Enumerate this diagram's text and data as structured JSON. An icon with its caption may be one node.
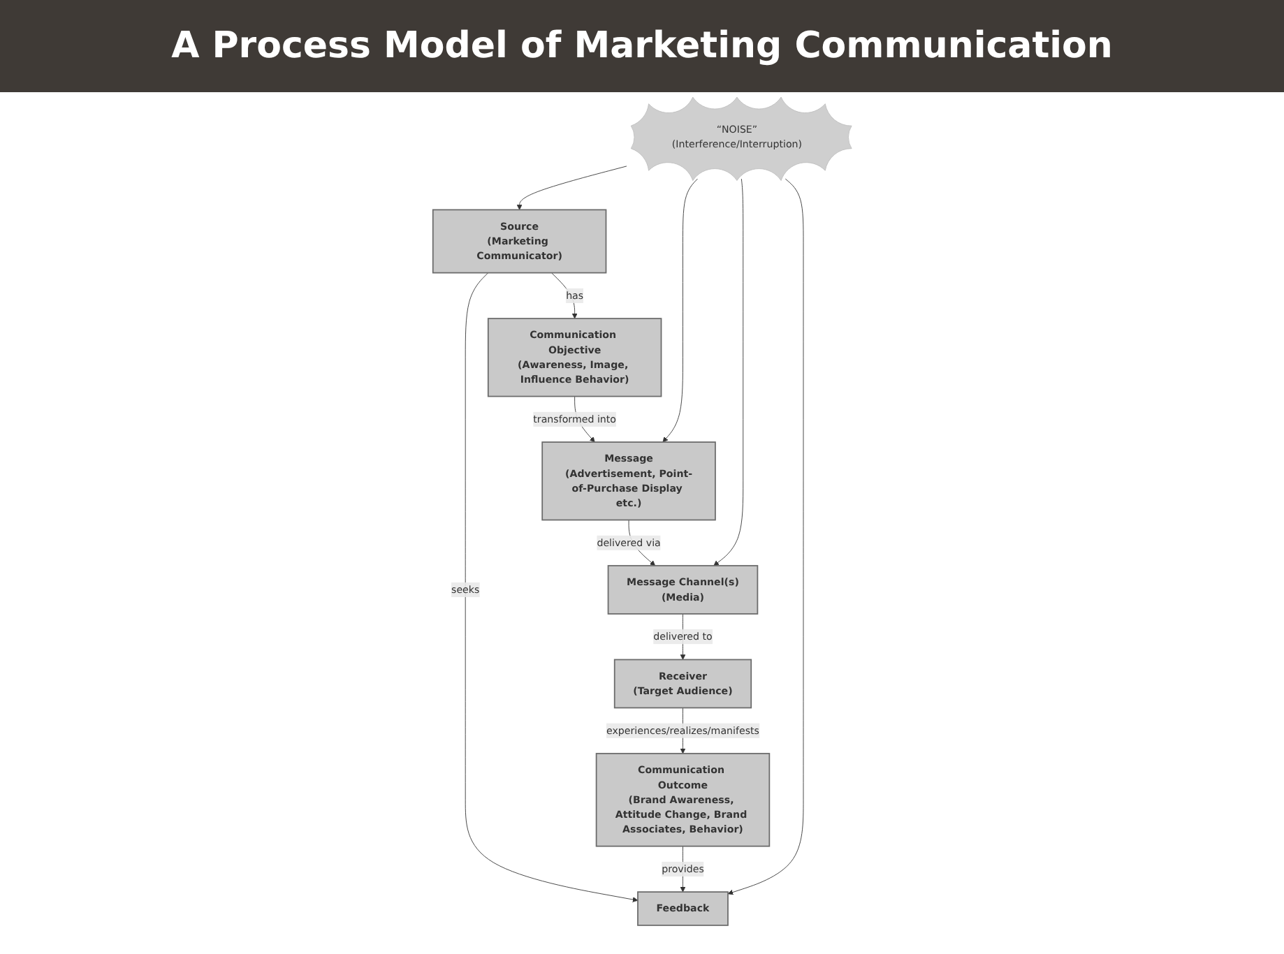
{
  "diagram": {
    "title": "A Process Model of Marketing Communication",
    "nodes": [
      {
        "text": [
          "Source",
          "(Marketing Communicator)"
        ]
      },
      {
        "text": [
          "Communication Objective",
          "(Awareness, Image, Influence Behavior)"
        ]
      },
      {
        "text": [
          "Message",
          "(Advertisement, Point-of-Purchase Display etc.)"
        ]
      },
      {
        "text": [
          "Feedback"
        ]
      },
      {
        "text": [
          "“NOISE”",
          "(Interference/Interruption)"
        ]
      },
      {
        "text": [
          "Message Channel(s)",
          "(Media)"
        ]
      },
      {
        "text": [
          "Communication Outcome",
          "(Brand Awareness, Attitude Change, Brand Associates, Behavior)"
        ]
      },
      {
        "text": [
          "Receiver",
          "(Target Audience)"
        ]
      }
    ],
    "edges": [
      {
        "from": 0,
        "to": 1,
        "label": "has",
        "arrow": "to"
      },
      {
        "from": 1,
        "to": 2,
        "label": "transformed into",
        "arrow": "to"
      },
      {
        "from": 0,
        "to": 3,
        "label": "seeks",
        "arrow": "to"
      },
      {
        "from": 2,
        "to": 5,
        "label": "delivered via",
        "arrow": "to"
      },
      {
        "from": 5,
        "to": 7,
        "label": "delivered to",
        "arrow": "to"
      },
      {
        "from": 7,
        "to": 6,
        "label": "experiences/realizes/manifests",
        "arrow": "to"
      },
      {
        "from": 6,
        "to": 3,
        "label": "provides",
        "arrow": "to"
      },
      {
        "from": 4,
        "to": 0,
        "arrow": "to"
      },
      {
        "from": 4,
        "to": 2,
        "arrow": "to"
      },
      {
        "from": 4,
        "to": 3,
        "arrow": "to"
      },
      {
        "from": 4,
        "to": 5,
        "arrow": "to"
      }
    ]
  }
}
